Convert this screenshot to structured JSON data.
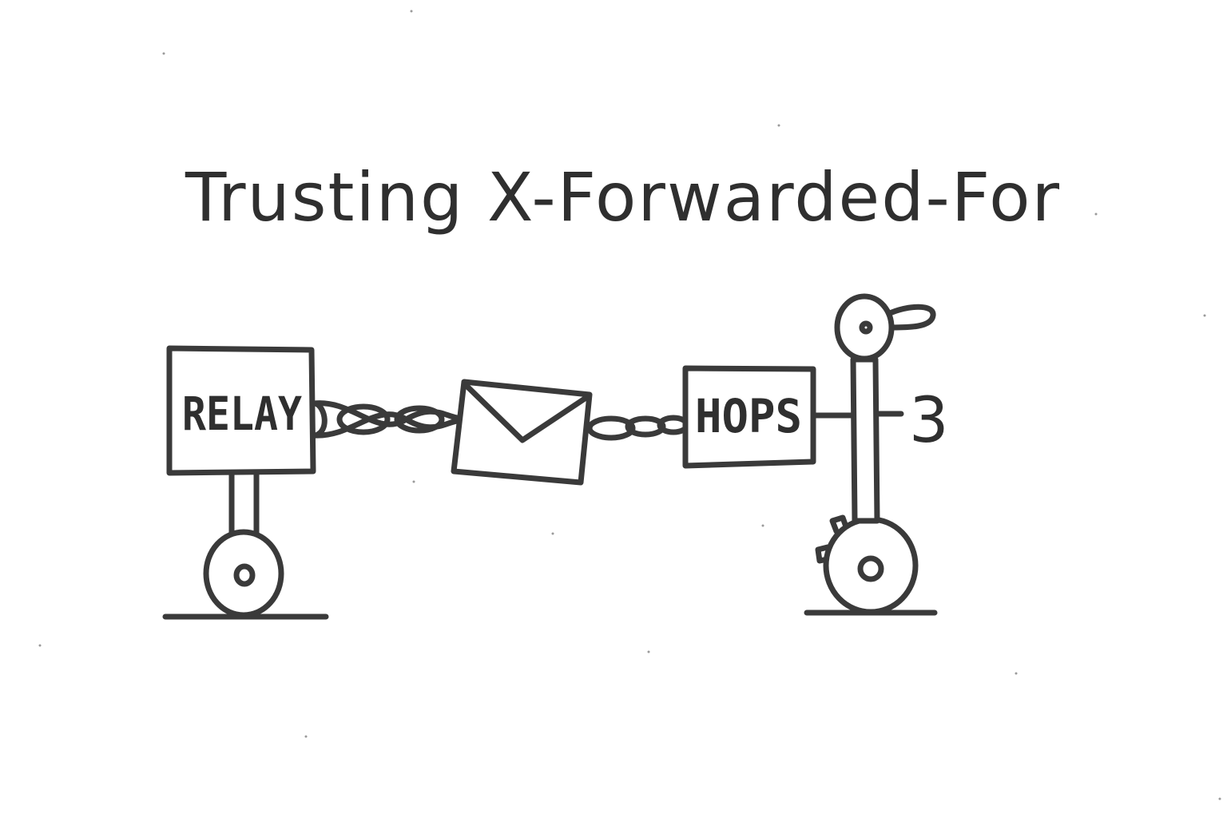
{
  "diagram": {
    "title": "Trusting X-Forwarded-For",
    "relay_label": "RELAY",
    "hops_label": "HOPS",
    "lever_value": "3"
  },
  "colors": {
    "ink": "#3a3a3a",
    "paper": "#ffffff"
  },
  "icons": {
    "message": "envelope-icon",
    "chain": "chain-link-icon",
    "wheel": "wheel-icon",
    "lever": "lever-icon"
  }
}
